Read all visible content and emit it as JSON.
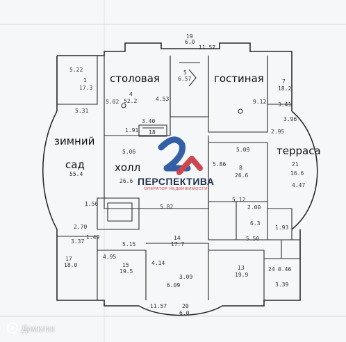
{
  "colors": {
    "paper": "#f6f7f8",
    "line": "#2a2a2a",
    "watermark_blue": "#1f4f9e",
    "watermark_red": "#c8343c",
    "watermark_text": "#1f2f4e"
  },
  "rooms": [
    {
      "id": "stolovaya",
      "name": "столовая",
      "number": "4",
      "area": "52.2"
    },
    {
      "id": "gostinaya",
      "name": "гостиная",
      "number": "",
      "area": ""
    },
    {
      "id": "zimniy-sad-1",
      "name": "зимний",
      "number": "",
      "area": ""
    },
    {
      "id": "zimniy-sad-2",
      "name": "сад",
      "number": "",
      "area": "55.4"
    },
    {
      "id": "terrasa",
      "name": "терраса",
      "number": "21",
      "area": "16.6"
    },
    {
      "id": "holl",
      "name": "холл",
      "number": "",
      "area": "26.6"
    },
    {
      "id": "room-7",
      "name": "",
      "number": "7",
      "area": "18.2"
    },
    {
      "id": "room-8",
      "name": "",
      "number": "8",
      "area": "26.6"
    },
    {
      "id": "room-17",
      "name": "",
      "number": "17",
      "area": "18.0"
    },
    {
      "id": "room-15",
      "name": "",
      "number": "15",
      "area": "19.5"
    },
    {
      "id": "room-13",
      "name": "",
      "number": "13",
      "area": "19.9"
    },
    {
      "id": "room-14",
      "name": "",
      "number": "14",
      "area": "17.7"
    },
    {
      "id": "room-20",
      "name": "",
      "number": "20",
      "area": "6.0"
    },
    {
      "id": "room-19",
      "name": "",
      "number": "19",
      "area": "6.0"
    },
    {
      "id": "room-24",
      "name": "",
      "number": "24",
      "area": "0.46"
    },
    {
      "id": "room-1",
      "name": "",
      "number": "1",
      "area": "17.3"
    },
    {
      "id": "room-5",
      "name": "",
      "number": "5",
      "area": "6.57"
    },
    {
      "id": "room-18",
      "name": "",
      "number": "18",
      "area": ""
    }
  ],
  "dimensions": [
    "11.57",
    "5.22",
    "5.31",
    "5.02",
    "4.53",
    "5.06",
    "5.82",
    "5.15",
    "2.70",
    "3.37",
    "4.95",
    "5.12",
    "5.50",
    "2.95",
    "3.96",
    "4.47",
    "6.09",
    "11.57",
    "3.39",
    "1.56",
    "1.49",
    "3.41",
    "9.12",
    "5.09",
    "2.00",
    "1.93",
    "5.86",
    "1.91",
    "3.40",
    "6.3",
    "4.14",
    "3.09"
  ],
  "watermark": {
    "title": "ПЕРСПЕКТИВА",
    "subtitle": "ОПЕРАТОР НЕДВИЖИМОСТИ"
  },
  "corner_logo": {
    "text": "Домклик"
  }
}
